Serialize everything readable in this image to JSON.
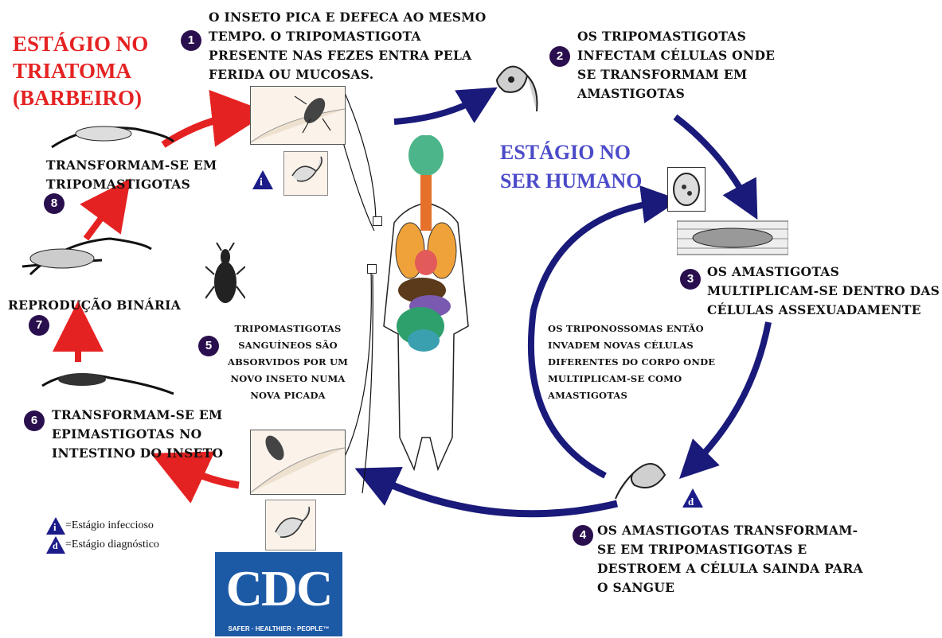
{
  "stages": {
    "triatoma": "ESTÁGIO NO\nTRIATOMA\n(BARBEIRO)",
    "humano": "ESTÁGIO NO\nSER HUMANO"
  },
  "steps": [
    {
      "number": "1",
      "text": "O INSETO PICA E DEFECA AO MESMO\nTEMPO. O TRIPOMASTIGOTA\nPRESENTE NAS FEZES ENTRA PELA\nFERIDA OU MUCOSAS."
    },
    {
      "number": "2",
      "text": "OS TRIPOMASTIGOTAS\nINFECTAM CÉLULAS ONDE\nSE TRANSFORMAM EM\nAMASTIGOTAS"
    },
    {
      "number": "3",
      "text": "OS AMASTIGOTAS\nMULTIPLICAM-SE DENTRO DAS\nCÉLULAS ASSEXUADAMENTE"
    },
    {
      "number": "4",
      "text": "OS AMASTIGOTAS TRANSFORMAM-\nSE EM TRIPOMASTIGOTAS E\nDESTROEM A CÉLULA SAINDA PARA\nO SANGUE"
    },
    {
      "number": "5",
      "text": "TRIPOMASTIGOTAS\nSANGUÍNEOS SÃO\nABSORVIDOS POR UM\nNOVO INSETO NUMA\nNOVA PICADA"
    },
    {
      "number": "6",
      "text": "TRANSFORMAM-SE EM\nEPIMASTIGOTAS NO\nINTESTINO DO INSETO"
    },
    {
      "number": "7",
      "text": "REPRODUÇÃO BINÁRIA"
    },
    {
      "number": "8",
      "text": "TRANSFORMAM-SE EM\nTRIPOMASTIGOTAS"
    }
  ],
  "inner_note": "OS TRIPONOSSOMAS ENTÃO\nINVADEM NOVAS CÉLULAS\nDIFERENTES DO CORPO ONDE\nMULTIPLICAM-SE COMO\nAMASTIGOTAS",
  "legend": {
    "infective_symbol": "i",
    "infective_label": "=Estágio infeccioso",
    "diagnostic_symbol": "d",
    "diagnostic_label": "=Estágio diagnóstico"
  },
  "logo": {
    "text": "CDC",
    "tagline": "SAFER · HEALTHIER · PEOPLE™"
  },
  "colors": {
    "red": "#e52222",
    "blue": "#1a1a7a",
    "badge": "#2a0f4e",
    "legend_triangle": "#1b1b8a"
  },
  "icons": [
    "insect-bite-icon",
    "trypomastigote-icon",
    "cell-icon",
    "tissue-icon",
    "human-body-icon",
    "kissing-bug-icon",
    "epimastigote-icon",
    "legend-triangle-icon"
  ]
}
